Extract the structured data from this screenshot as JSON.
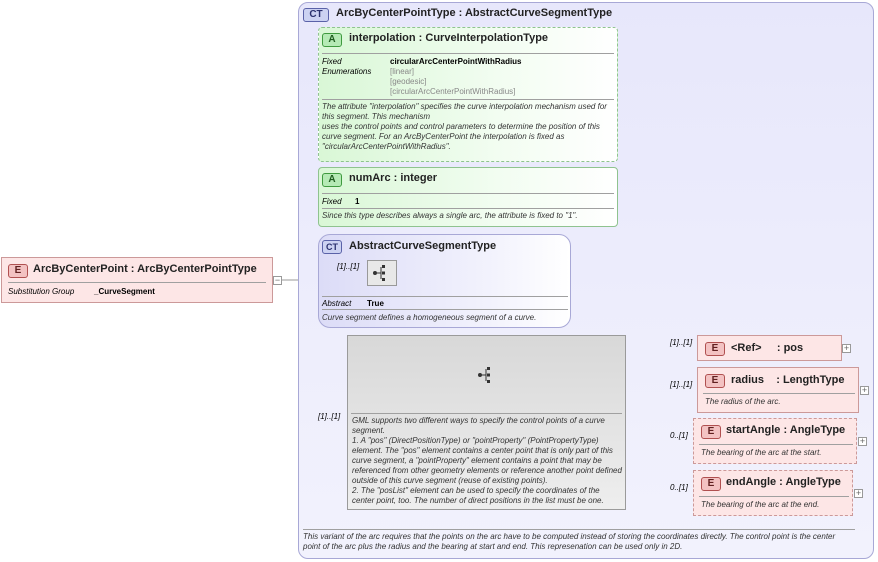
{
  "root": {
    "badge": "E",
    "title": "ArcByCenterPoint : ArcByCenterPointType",
    "sub_label": "Substitution Group",
    "sub_value": "_CurveSegment"
  },
  "main": {
    "badge": "CT",
    "title": "ArcByCenterPointType : AbstractCurveSegmentType",
    "footer_text": "This variant of the arc requires that the points on the arc have to be computed instead of storing the coordinates directly. The control point is the center point of the arc plus the radius and the bearing at start and end. This represenation can be used only in 2D."
  },
  "interpolation": {
    "badge": "A",
    "title": "interpolation : CurveInterpolationType",
    "label_fixed": "Fixed",
    "label_enum": "Enumerations",
    "fixed_value": "circularArcCenterPointWithRadius",
    "enums": [
      "[linear]",
      "[geodesic]",
      "[circularArcCenterPointWithRadius]"
    ],
    "desc": "The attribute \"interpolation\" specifies the curve interpolation mechanism used for this segment. This mechanism\nuses the control points and control parameters to determine the position of this curve segment. For an ArcByCenterPoint the interpolation is fixed as \"circularArcCenterPointWithRadius\"."
  },
  "numArc": {
    "badge": "A",
    "title": "numArc : integer",
    "label_fixed": "Fixed",
    "fixed_value": "1",
    "desc": "Since this type describes always a single arc, the attribute is fixed to \"1\"."
  },
  "abstract_ct": {
    "badge": "CT",
    "title": "AbstractCurveSegmentType",
    "card": "[1]..[1]",
    "label_abstract": "Abstract",
    "abstract_value": "True",
    "desc": "Curve segment defines a homogeneous segment of a curve."
  },
  "sequence": {
    "card": "[1]..[1]",
    "desc": "GML supports two different ways to specify the control points of a curve segment.\n1. A \"pos\" (DirectPositionType) or \"pointProperty\" (PointPropertyType) element. The \"pos\" element contains a center point that is only part of this curve segment, a \"pointProperty\" element contains a point that may be referenced from other geometry elements or reference another point defined outside of this curve segment (reuse of existing points).\n2. The \"posList\" element can be used to specify the coordinates of the center point, too. The number of direct positions in the list must be one."
  },
  "children": [
    {
      "badge": "E",
      "title": "<Ref>     : pos",
      "card": "[1]..[1]",
      "desc": ""
    },
    {
      "badge": "E",
      "title": "radius    : LengthType",
      "card": "[1]..[1]",
      "desc": "The radius of the arc."
    },
    {
      "badge": "E",
      "title": "startAngle : AngleType",
      "card": "0..[1]",
      "desc": "The bearing of the arc at the start."
    },
    {
      "badge": "E",
      "title": "endAngle : AngleType",
      "card": "0..[1]",
      "desc": "The bearing of the arc at the end."
    }
  ],
  "icons": {
    "collapse": "minus-expander-icon",
    "expand": "plus-expander-icon",
    "sequence": "sequence-compositor-icon"
  },
  "colors": {
    "element_fill": "#fde6e6",
    "attribute_fill": "#d9f7d6",
    "complex_type_fill": "#dcdcf7",
    "line": "#9a9a9a"
  }
}
